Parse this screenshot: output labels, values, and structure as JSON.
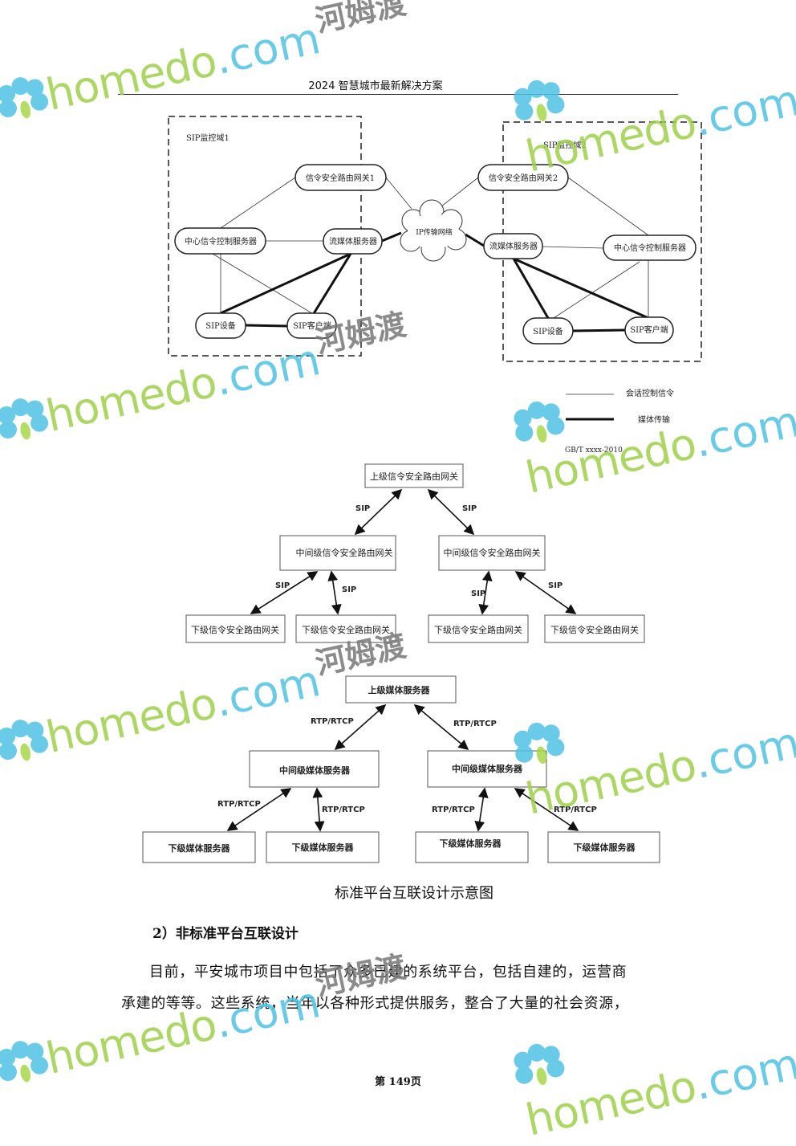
{
  "header": {
    "title": "2024 智慧城市最新解决方案"
  },
  "diagram1": {
    "domain1": "SIP监控域1",
    "domain2": "SIP监控域2",
    "gateway1": "信令安全路由网关1",
    "gateway2": "信令安全路由网关2",
    "control_server": "中心信令控制服务器",
    "media_server": "流媒体服务器",
    "sip_device": "SIP设备",
    "sip_client": "SIP客户端",
    "network": "IP传输网络",
    "legend_signal": "会话控制信令",
    "legend_media": "媒体传输",
    "standard": "GB/T xxxx-2010"
  },
  "diagram2": {
    "top": "上级信令安全路由网关",
    "middle": "中间级信令安全路由网关",
    "bottom": "下级信令安全路由网关",
    "link": "SIP"
  },
  "diagram3": {
    "top": "上级媒体服务器",
    "middle": "中间级媒体服务器",
    "bottom": "下级媒体服务器",
    "link": "RTP/RTCP"
  },
  "caption": "标准平台互联设计示意图",
  "section": {
    "heading": "2）非标准平台互联设计"
  },
  "paragraph": [
    "目前，平安城市项目中包括了众多已建的系统平台，包括自建的，运营商",
    "承建的等等。这些系统，当年以各种形式提供服务，整合了大量的社会资源，"
  ],
  "footer": {
    "page": "第 149页"
  },
  "watermark": {
    "brand": "homedo",
    "domain": ".com",
    "cn": "河姆渡"
  },
  "colors": {
    "watermark_green": "#9fd14a",
    "watermark_blue": "#4fc3e3"
  }
}
